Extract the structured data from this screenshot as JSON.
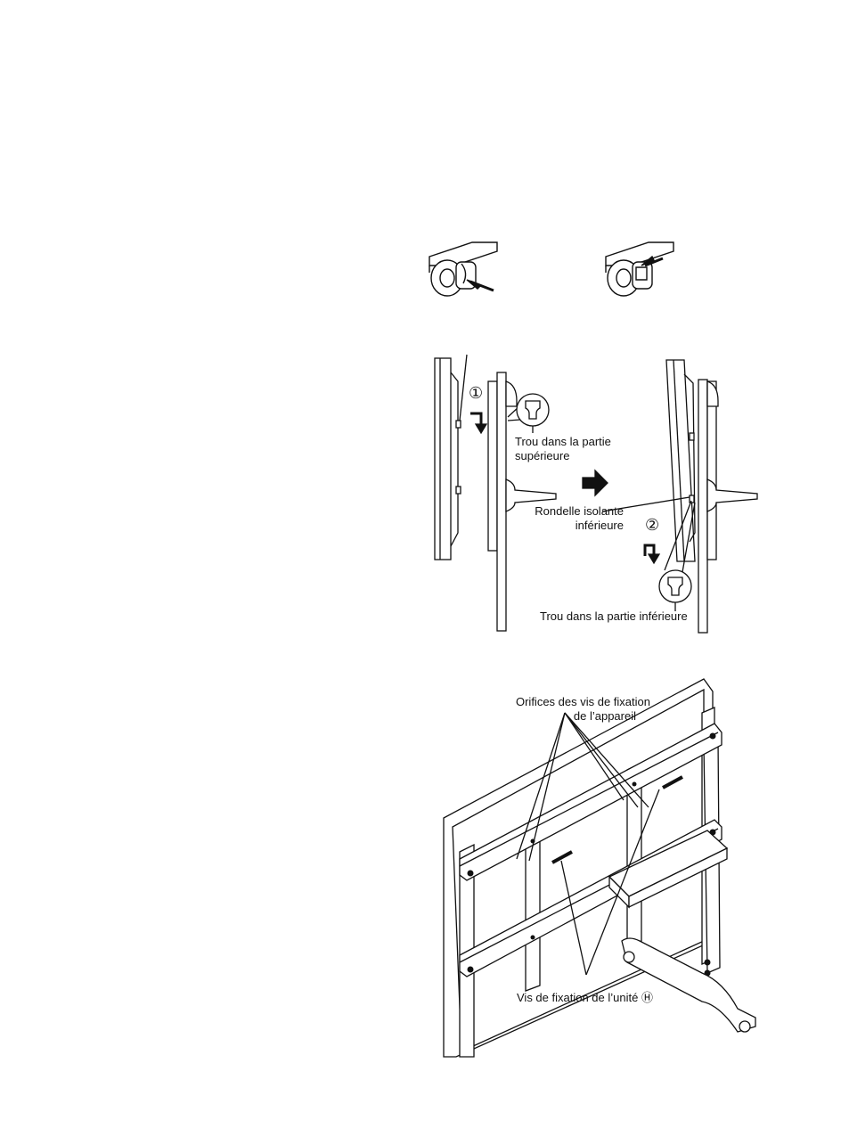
{
  "figure_top": {
    "caster_left_icon": "caster-lock-icon",
    "caster_right_icon": "caster-lock-icon"
  },
  "figure_middle": {
    "step1_marker": "①",
    "step2_marker": "②",
    "label_top_hole": "Trou dans la partie supérieure",
    "label_top_hole_line1": "Trou dans la partie",
    "label_top_hole_line2": "supérieure",
    "label_washer_line1": "Rondelle isolante",
    "label_washer_line2": "inférieure",
    "label_bottom_hole": "Trou dans la partie inférieure"
  },
  "figure_bottom": {
    "label_holes_line1": "Orifices des vis de fixation",
    "label_holes_line2": "de l’appareil",
    "label_screws": "Vis de fixation de l’unité Ⓗ"
  }
}
